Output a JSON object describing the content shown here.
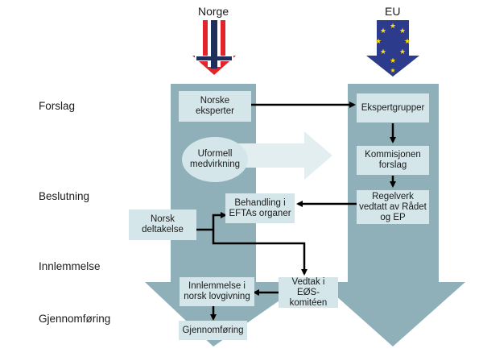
{
  "titles": {
    "norway": "Norge",
    "eu": "EU"
  },
  "stages": {
    "proposal": "Forslag",
    "decision": "Beslutning",
    "incorporation": "Innlemmelse",
    "implementation": "Gjennomføring"
  },
  "boxes": {
    "norwegian_experts": "Norske\neksperter",
    "informal_participation": "Uformell\nmedvirkning",
    "efta_treatment": "Behandling i\nEFTAs organer",
    "norwegian_participation": "Norsk\ndeltakelse",
    "incorporation_law": "Innlemmelse i\nnorsk lovgivning",
    "implementation": "Gjennomføring",
    "expert_groups": "Ekspertgrupper",
    "commission_proposal": "Kommisjonen\nforslag",
    "regulation_adopted": "Regelverk\nvedtatt av Rådet\nog EP",
    "eea_committee": "Vedtak i\nEØS-komitéen"
  },
  "colors": {
    "column": "#8fb0b8",
    "box": "#d4e6ea",
    "arrow": "#000000",
    "ghost_arrow": "#e3eef1",
    "norway_red": "#e3242b",
    "norway_blue": "#1f2f5c",
    "eu_blue": "#2c3b8c",
    "eu_star": "#ffdd00"
  }
}
